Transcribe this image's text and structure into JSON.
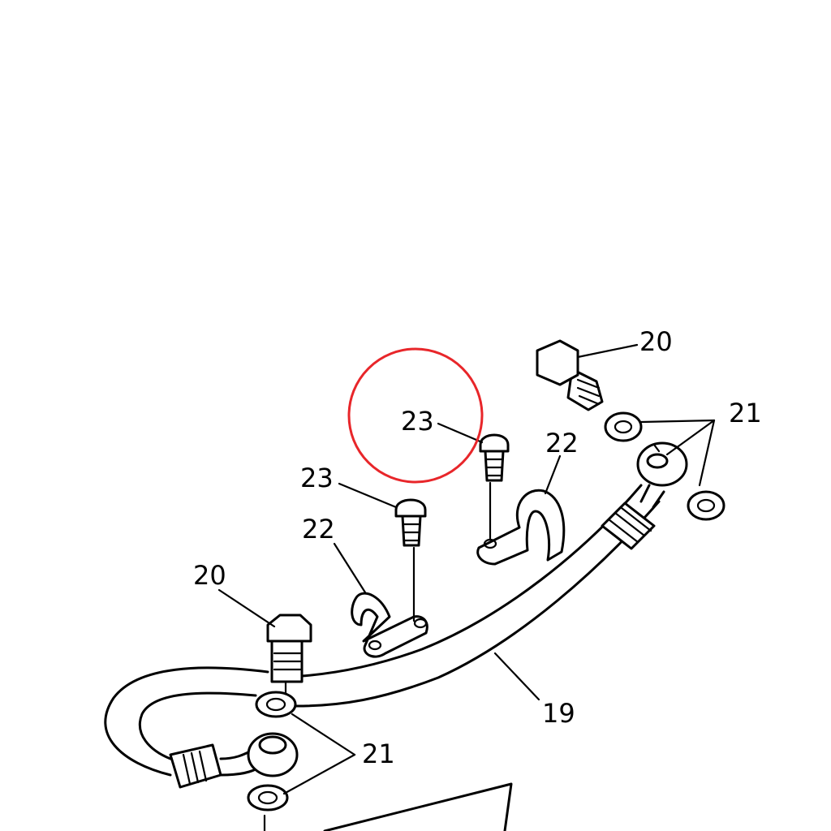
{
  "diagram": {
    "callouts": {
      "hose": "19",
      "bolt_top": "20",
      "bolt_left": "20",
      "washers_top": "21",
      "washers_bottom": "21",
      "clamp_right": "22",
      "clamp_left": "22",
      "screw_right": "23",
      "screw_left": "23"
    },
    "highlight_color": "#e8262a"
  }
}
